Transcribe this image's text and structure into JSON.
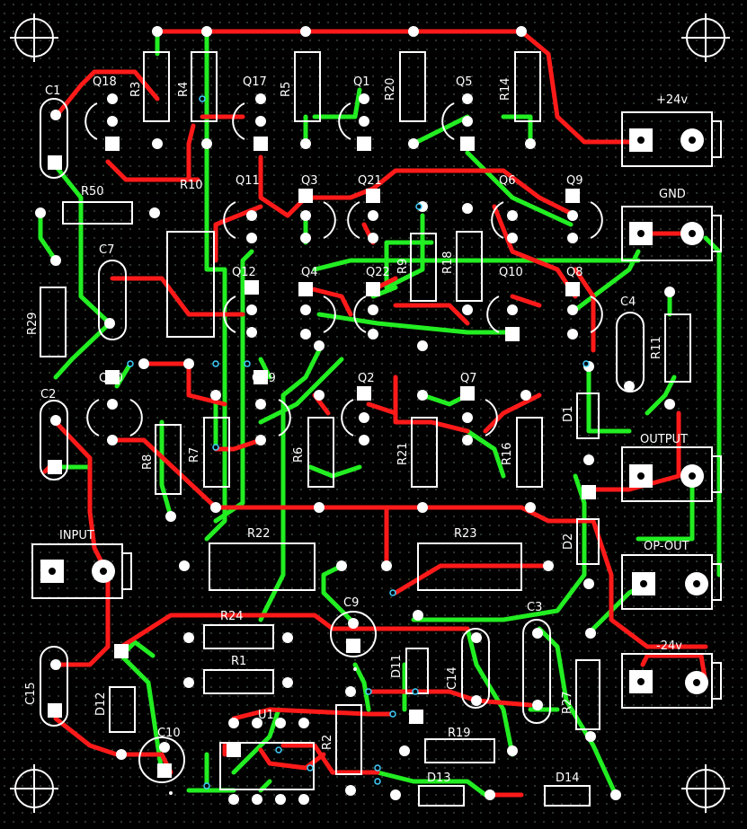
{
  "pcb": {
    "colors": {
      "background": "#000000",
      "top_copper": "#ff1a1a",
      "bottom_copper": "#22ee22",
      "silkscreen": "#ffffff",
      "via": "#40d0ff"
    },
    "connectors": [
      {
        "id": "pwr_pos",
        "label": "+24v"
      },
      {
        "id": "gnd",
        "label": "GND"
      },
      {
        "id": "output",
        "label": "OUTPUT"
      },
      {
        "id": "op_out",
        "label": "OP-OUT"
      },
      {
        "id": "pwr_neg",
        "label": "-24v"
      },
      {
        "id": "input",
        "label": "INPUT"
      }
    ],
    "components": {
      "resistors": [
        "R3",
        "R4",
        "R5",
        "R20",
        "R14",
        "R10",
        "R50",
        "R29",
        "R9",
        "R18",
        "R11",
        "R8",
        "R7",
        "R6",
        "R21",
        "R16",
        "R22",
        "R23",
        "R24",
        "R1",
        "R2",
        "R19",
        "R27"
      ],
      "transistors": [
        "Q18",
        "Q17",
        "Q1",
        "Q5",
        "Q11",
        "Q3",
        "Q21",
        "Q6",
        "Q9",
        "Q12",
        "Q4",
        "Q22",
        "Q10",
        "Q8",
        "Q20",
        "Q19",
        "Q2",
        "Q7"
      ],
      "capacitors": [
        "C1",
        "C7",
        "C2",
        "C4",
        "C9",
        "C14",
        "C3",
        "C15",
        "C10"
      ],
      "diodes": [
        "D1",
        "D2",
        "D11",
        "D12",
        "D13",
        "D14"
      ],
      "ics": [
        "U1"
      ]
    }
  }
}
